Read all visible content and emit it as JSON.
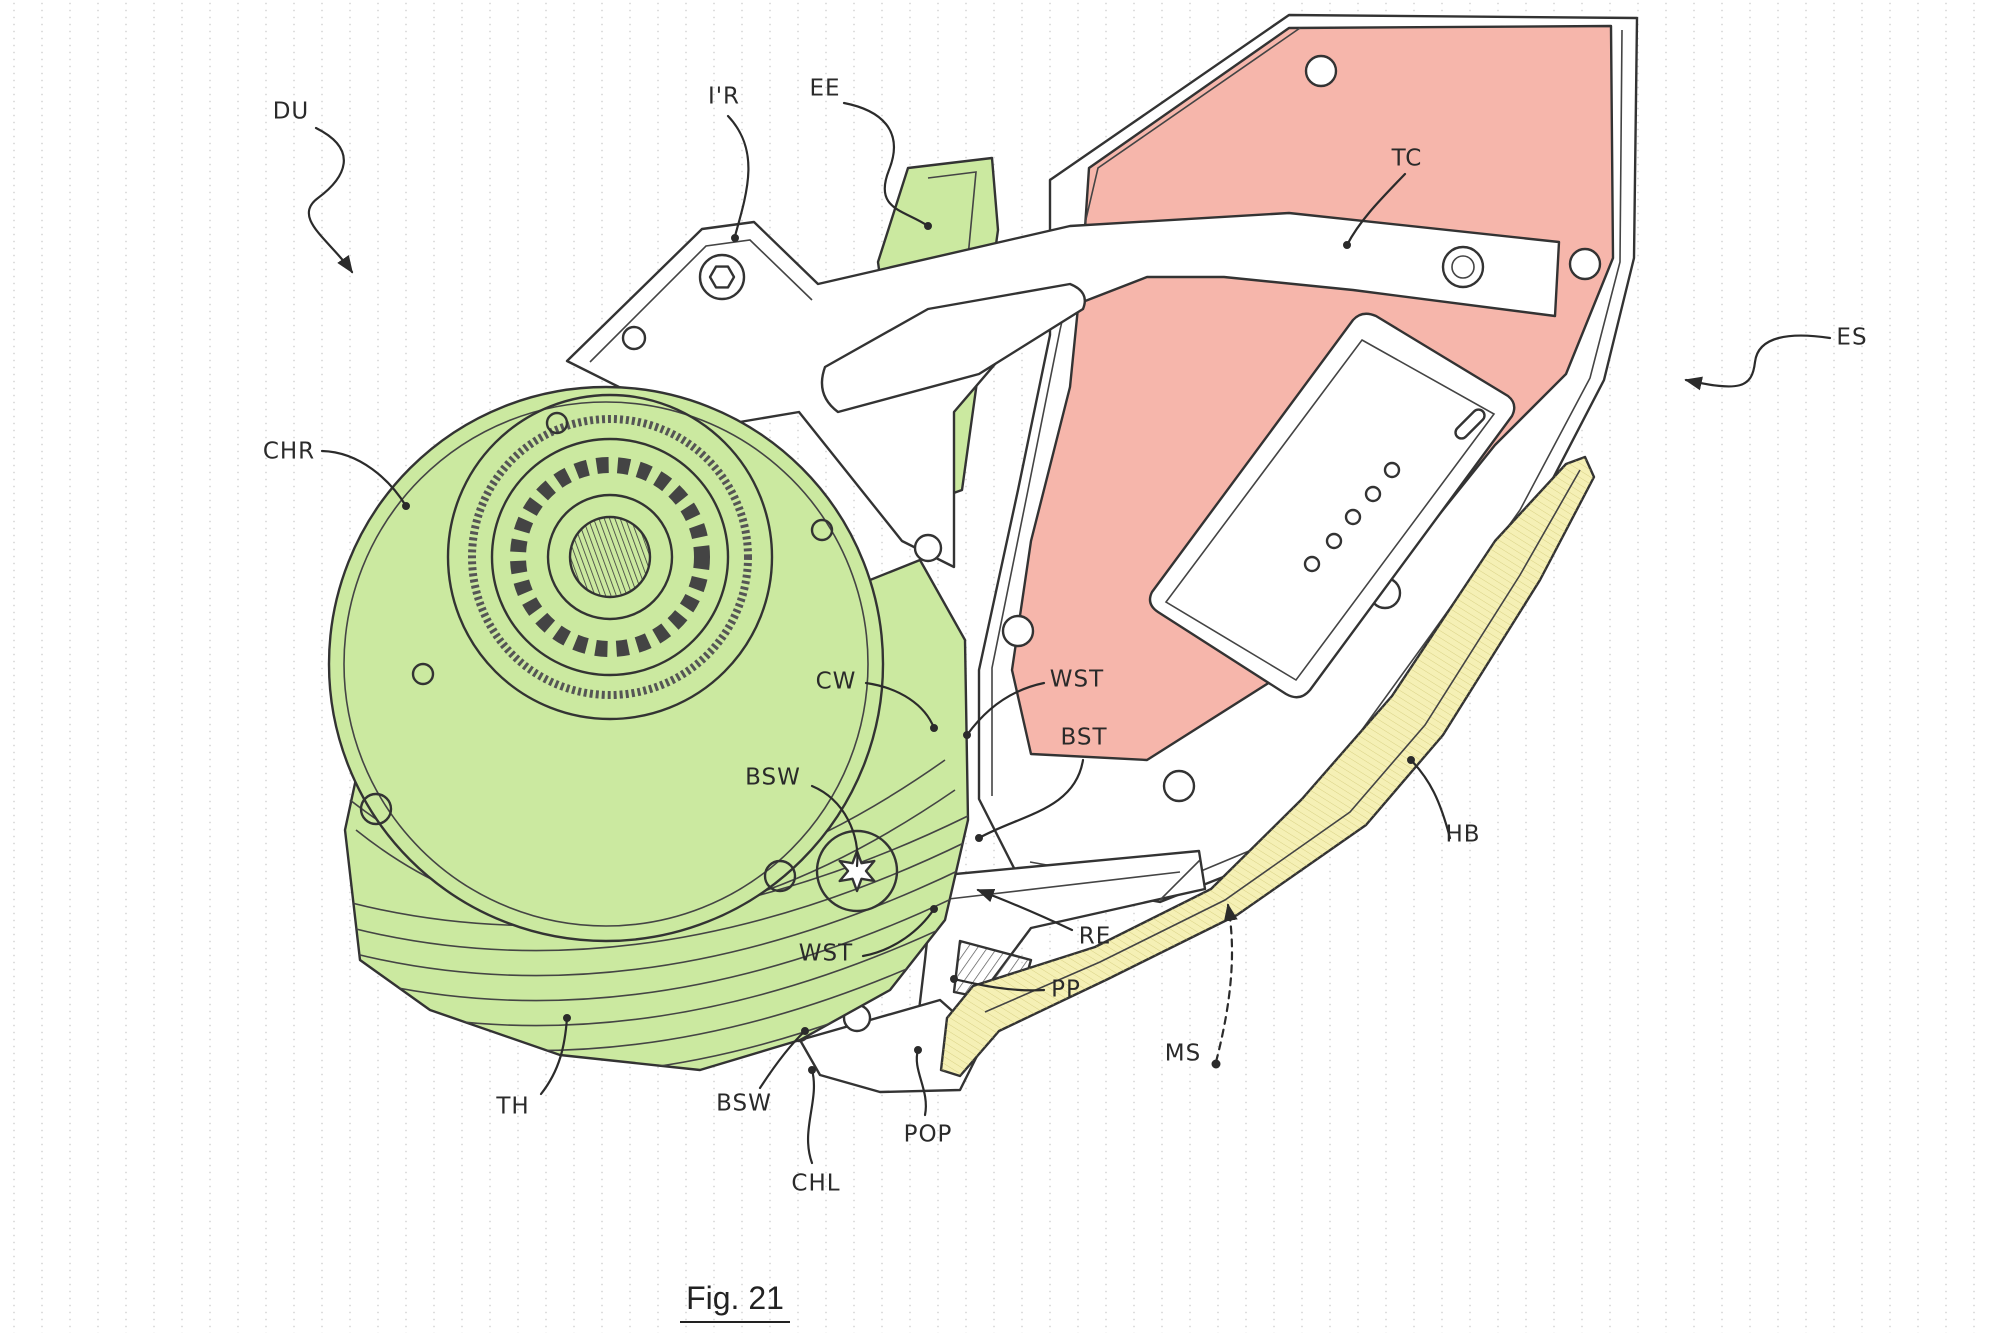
{
  "figure": {
    "caption": "Fig. 21"
  },
  "labels": {
    "du": "DU",
    "ir": "I'R",
    "ee": "EE",
    "tc": "TC",
    "es": "ES",
    "chr": "CHR",
    "cw": "CW",
    "wst_upper": "WST",
    "bst": "BST",
    "bsw_upper": "BSW",
    "hb": "HB",
    "re": "RE",
    "wst_lower": "WST",
    "pp": "PP",
    "ms": "MS",
    "th": "TH",
    "bsw_lower": "BSW",
    "pop": "POP",
    "chl": "CHL"
  },
  "colors": {
    "housing": "#cbe9a0",
    "frame_region": "#f6b6ab",
    "guard": "#f5f0b5",
    "label_red": "#8b2e2a",
    "line": "#2b2b2b"
  }
}
